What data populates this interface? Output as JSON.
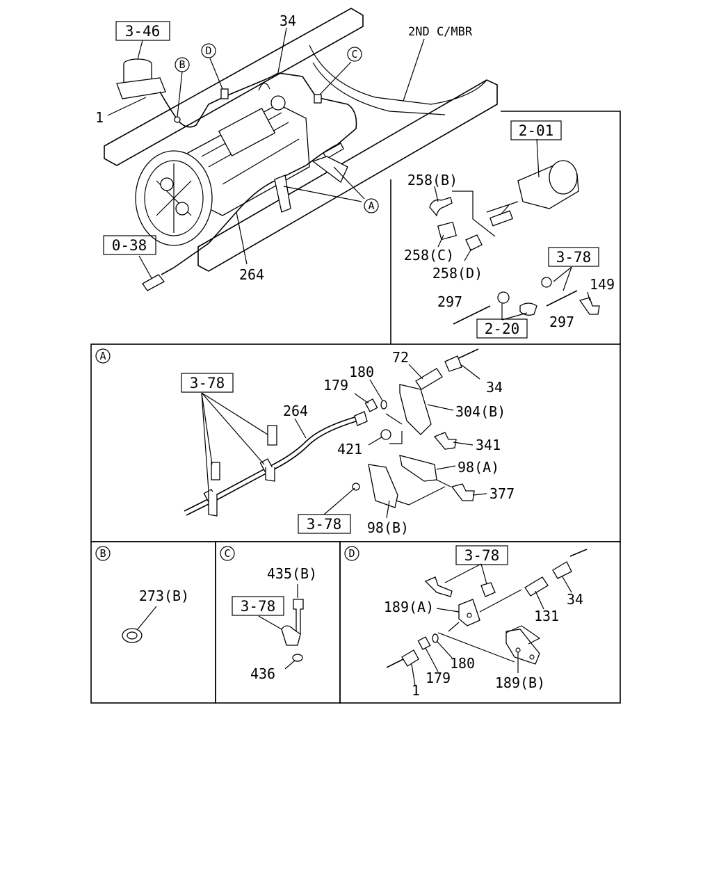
{
  "top": {
    "ref_3_46": "3-46",
    "label_34": "34",
    "label_2nd_cmbr": "2ND C/MBR",
    "callout_d": "D",
    "callout_b": "B",
    "callout_c": "C",
    "callout_a": "A",
    "label_1": "1",
    "ref_0_38": "0-38",
    "label_264": "264"
  },
  "clutch_box": {
    "ref_2_01": "2-01",
    "label_258b": "258(B)",
    "label_258c": "258(C)",
    "label_258d": "258(D)",
    "ref_3_78": "3-78",
    "label_149": "149",
    "label_297_left": "297",
    "label_297_right": "297",
    "ref_2_20": "2-20"
  },
  "section_a": {
    "badge": "A",
    "ref_3_78_top": "3-78",
    "label_264": "264",
    "label_179": "179",
    "label_180": "180",
    "label_72": "72",
    "label_34": "34",
    "label_304b": "304(B)",
    "label_421": "421",
    "label_341": "341",
    "label_98a": "98(A)",
    "label_377": "377",
    "ref_3_78_bottom": "3-78",
    "label_98b": "98(B)"
  },
  "section_b": {
    "badge": "B",
    "label_273b": "273(B)"
  },
  "section_c": {
    "badge": "C",
    "label_435b": "435(B)",
    "ref_3_78": "3-78",
    "label_436": "436"
  },
  "section_d": {
    "badge": "D",
    "ref_3_78": "3-78",
    "label_189a": "189(A)",
    "label_131": "131",
    "label_34": "34",
    "label_180": "180",
    "label_179": "179",
    "label_1": "1",
    "label_189b": "189(B)"
  }
}
